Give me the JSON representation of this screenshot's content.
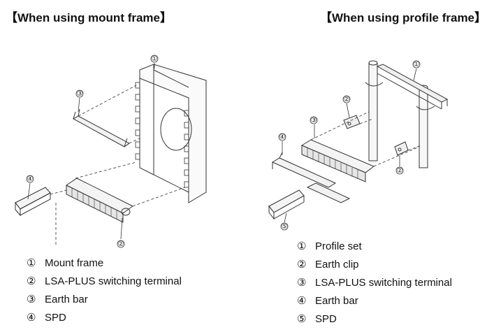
{
  "left": {
    "title": "【When using mount frame】",
    "callouts": [
      "①",
      "②",
      "③",
      "④"
    ],
    "legend": [
      {
        "num": "①",
        "label": "Mount frame"
      },
      {
        "num": "②",
        "label": "LSA-PLUS switching terminal"
      },
      {
        "num": "③",
        "label": "Earth bar"
      },
      {
        "num": "④",
        "label": "SPD"
      }
    ]
  },
  "right": {
    "title": "【When using profile frame】",
    "callouts": [
      "①",
      "②",
      "③",
      "④",
      "②",
      "⑤"
    ],
    "legend": [
      {
        "num": "①",
        "label": "Profile set"
      },
      {
        "num": "②",
        "label": "Earth clip"
      },
      {
        "num": "③",
        "label": "LSA-PLUS switching terminal"
      },
      {
        "num": "④",
        "label": "Earth bar"
      },
      {
        "num": "⑤",
        "label": "SPD"
      }
    ]
  }
}
